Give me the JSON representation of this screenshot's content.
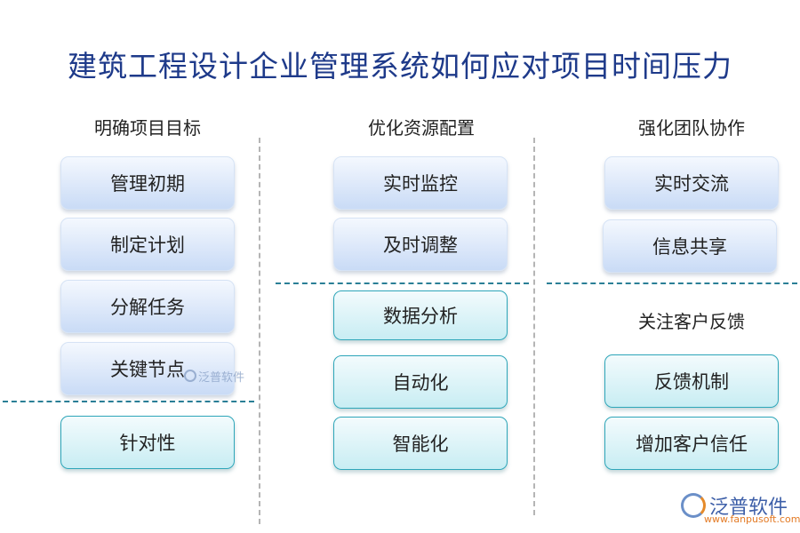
{
  "title": "建筑工程设计企业管理系统如何应对项目时间压力",
  "columns": [
    {
      "heading": "明确项目目标",
      "items": [
        "管理初期",
        "制定计划",
        "分解任务",
        "关键节点"
      ],
      "bottom_items": [
        "针对性"
      ]
    },
    {
      "heading": "优化资源配置",
      "items": [
        "实时监控",
        "及时调整"
      ],
      "bottom_items": [
        "数据分析",
        "自动化",
        "智能化"
      ]
    },
    {
      "heading": "强化团队协作",
      "items": [
        "实时交流",
        "信息共享"
      ],
      "sub_heading": "关注客户反馈",
      "bottom_items": [
        "反馈机制",
        "增加客户信任"
      ]
    }
  ],
  "watermark": "泛普软件",
  "logo": {
    "name": "泛普软件",
    "url": "www.fanpusoft.com",
    "icon": "fanpu-logo-icon"
  },
  "colors": {
    "title": "#1e3a8a",
    "blue_box": "#c9dbf6",
    "cyan_border": "#2ea6b9",
    "divider": "#2a7f96"
  }
}
